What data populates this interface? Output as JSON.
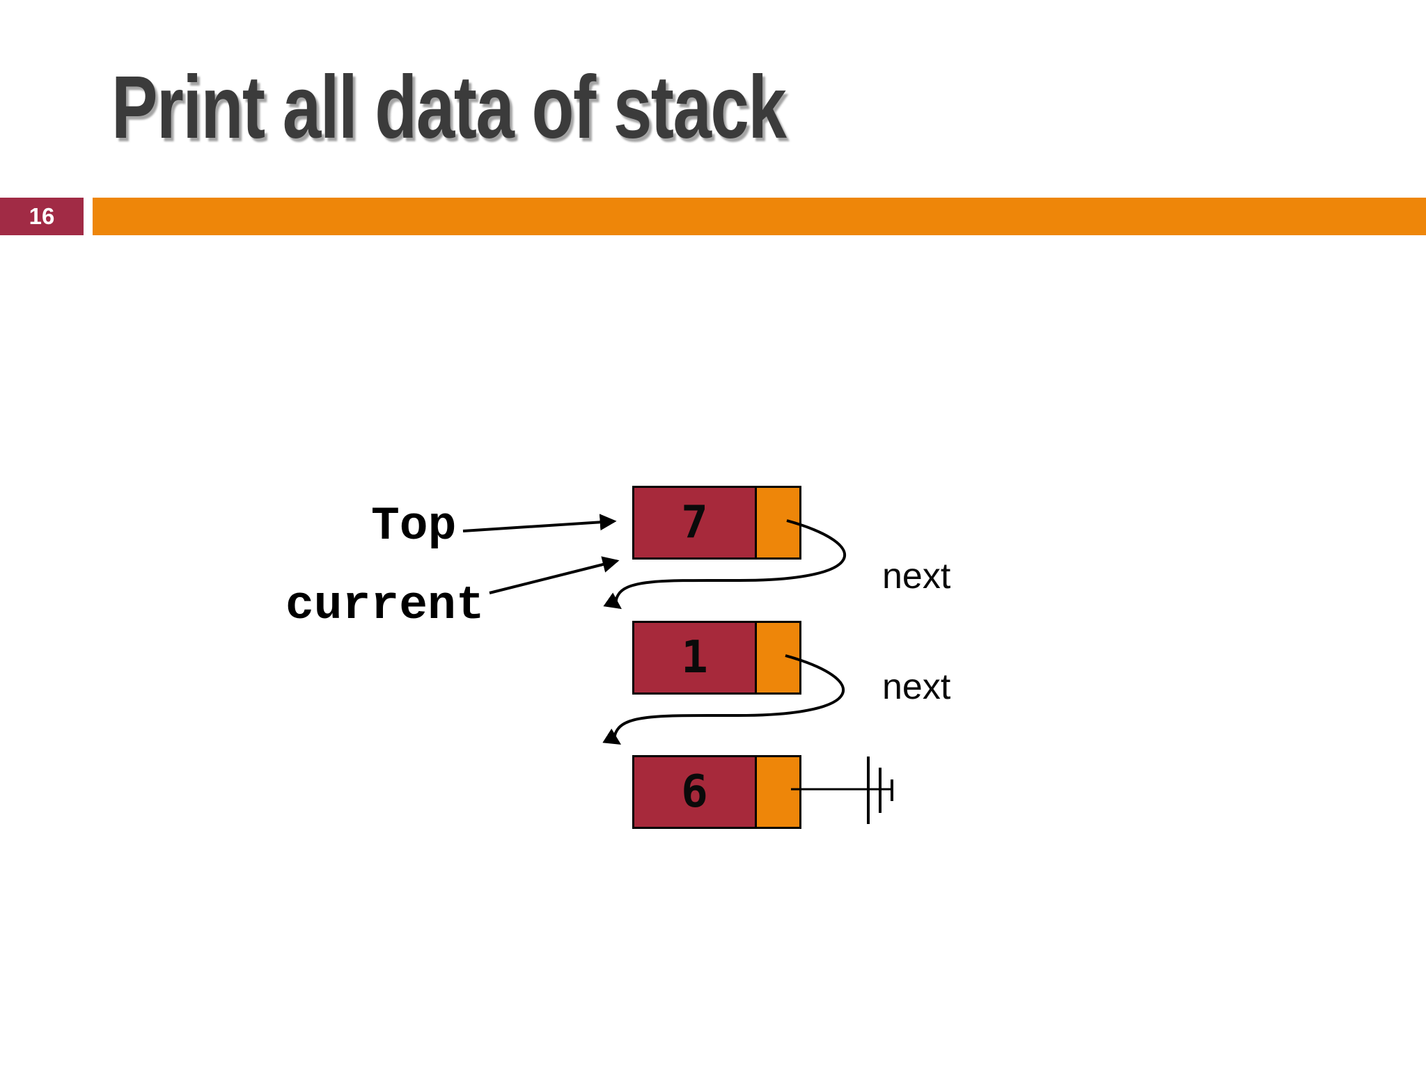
{
  "slide": {
    "title": "Print all data of stack",
    "page_number": "16",
    "colors": {
      "background": "#ffffff",
      "title_text": "#3b3b3b",
      "badge_maroon": "#a12b45",
      "bar_orange": "#ee8609",
      "node_maroon": "#a7293b",
      "node_orange": "#ee8609",
      "line_black": "#000000",
      "badge_text": "#ffffff"
    }
  },
  "diagram": {
    "pointer_labels": {
      "top": "Top",
      "current": "current"
    },
    "nodes": [
      {
        "value": "7",
        "next_label": "next"
      },
      {
        "value": "1",
        "next_label": "next"
      },
      {
        "value": "6",
        "next_label": ""
      }
    ],
    "terminator": "null-ground-symbol"
  }
}
